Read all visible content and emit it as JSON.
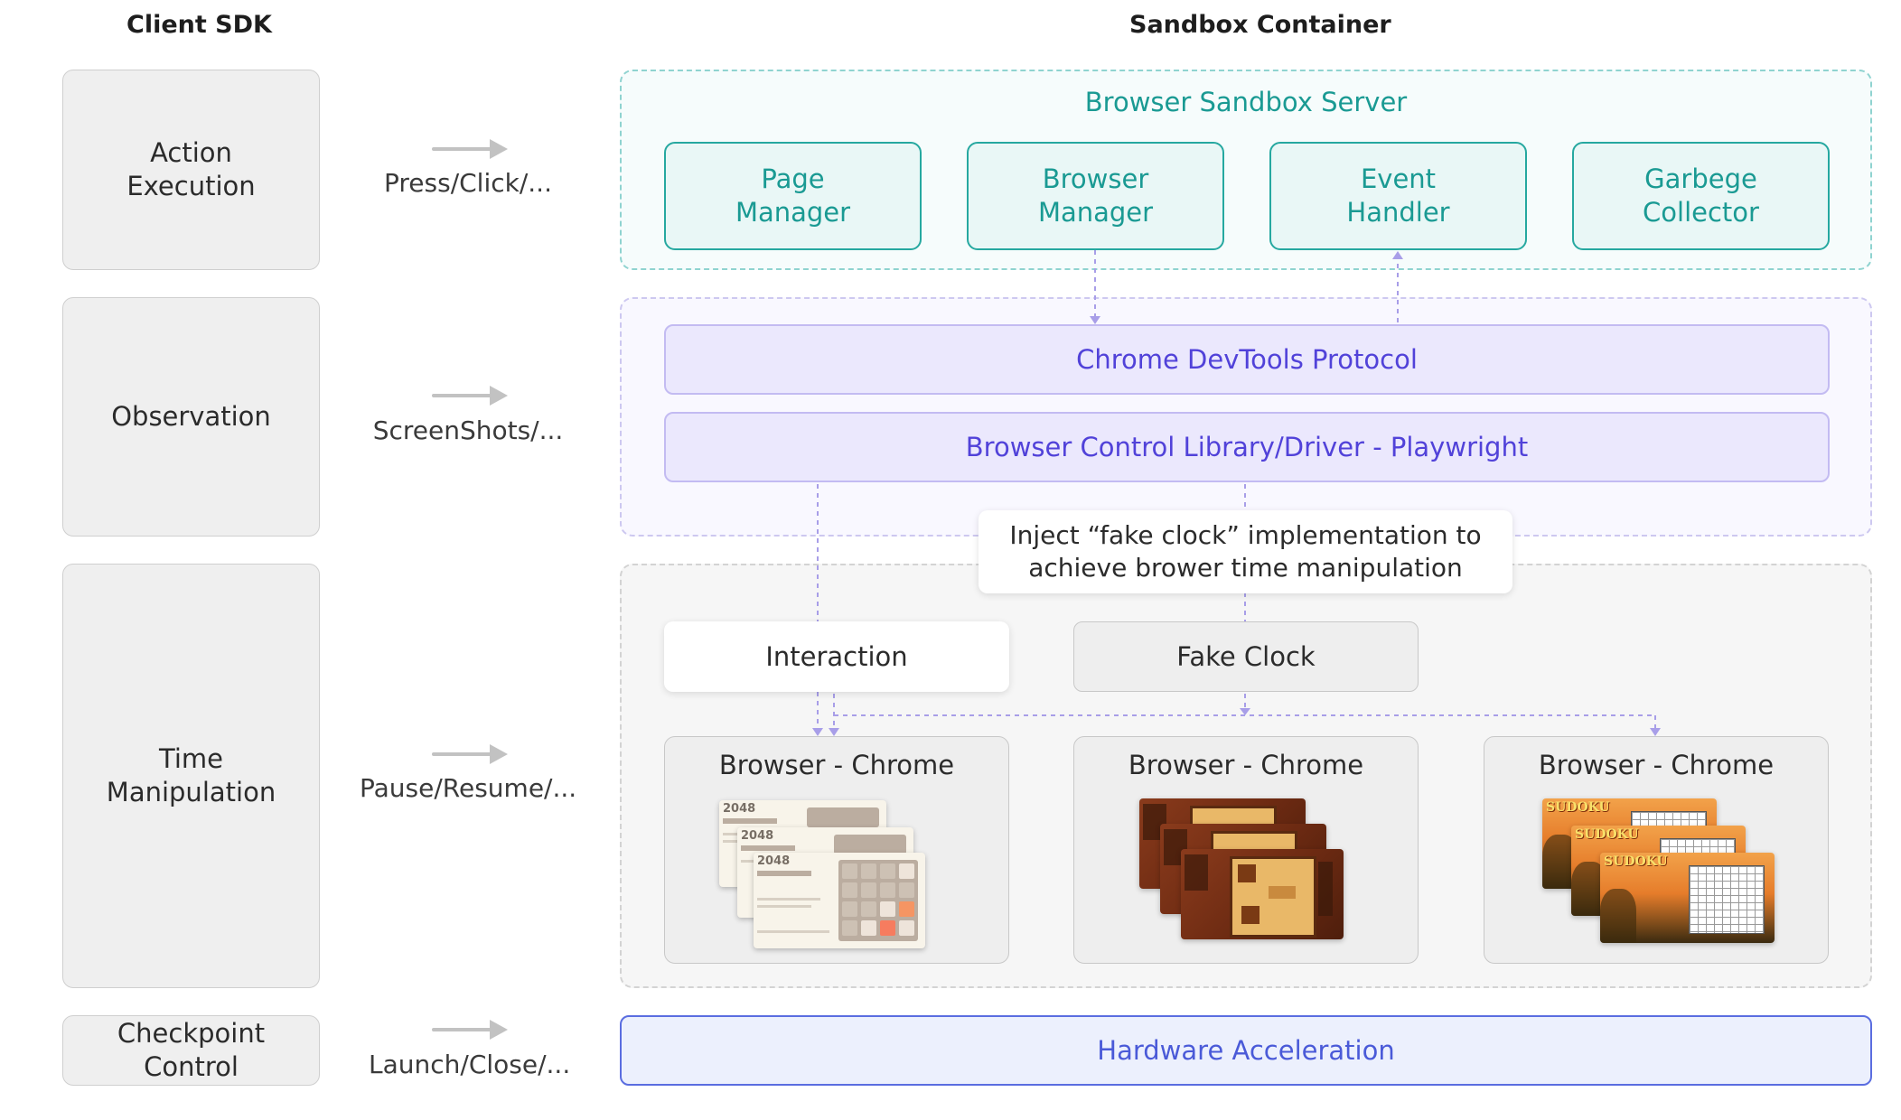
{
  "headers": {
    "client_sdk": "Client SDK",
    "sandbox_container": "Sandbox Container"
  },
  "sdk": {
    "action_execution": "Action\nExecution",
    "observation": "Observation",
    "time_manipulation": "Time\nManipulation",
    "checkpoint_control": "Checkpoint\nControl"
  },
  "verbs": {
    "press_click": "Press/Click/...",
    "screenshots": "ScreenShots/...",
    "pause_resume": "Pause/Resume/...",
    "launch_close": "Launch/Close/..."
  },
  "server": {
    "title": "Browser Sandbox Server",
    "page_manager": "Page\nManager",
    "browser_manager": "Browser\nManager",
    "event_handler": "Event\nHandler",
    "garbage_collector": "Garbege\nCollector"
  },
  "protocol": {
    "cdp": "Chrome DevTools Protocol",
    "playwright": "Browser Control Library/Driver - Playwright"
  },
  "note": "Inject “fake clock” implementation to\nachieve brower time manipulation",
  "runtime": {
    "interaction": "Interaction",
    "fake_clock": "Fake Clock",
    "browsers": [
      {
        "label": "Browser - Chrome",
        "game": "2048"
      },
      {
        "label": "Browser - Chrome",
        "game": "wood-block-puzzle"
      },
      {
        "label": "Browser - Chrome",
        "game": "sudoku"
      }
    ],
    "game_2048_title": "2048",
    "game_sudoku_title": "SUDOKU"
  },
  "hardware": "Hardware Acceleration",
  "colors": {
    "teal": "#1a9a93",
    "purple": "#5142d9",
    "blue": "#4a5ad8",
    "dashed_connector": "#a89ee8"
  }
}
